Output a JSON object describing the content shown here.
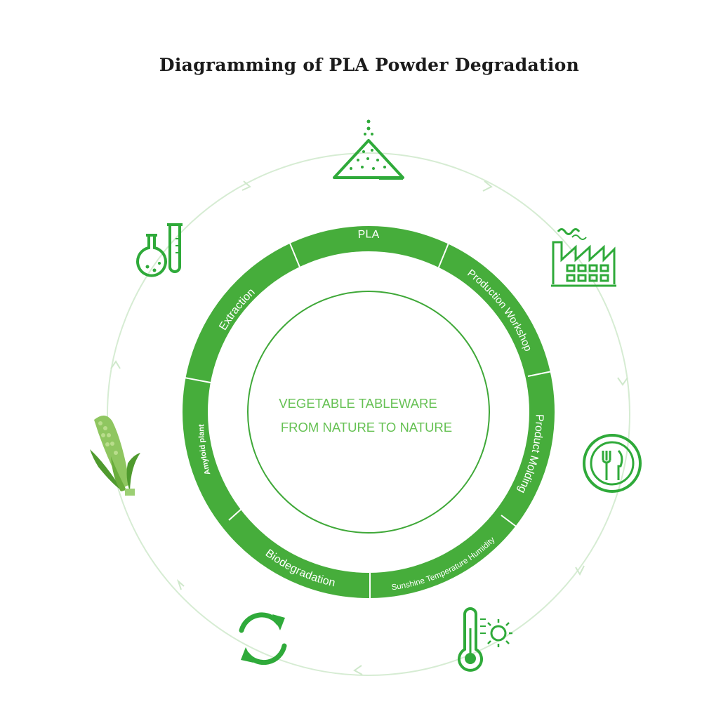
{
  "title": "Diagramming of PLA Powder Degradation",
  "center": {
    "line1": "VEGETABLE TABLEWARE",
    "line2": "FROM NATURE TO NATURE"
  },
  "ring_segments": [
    {
      "label": "PLA"
    },
    {
      "label": "Production Workshop"
    },
    {
      "label": "Product Molding"
    },
    {
      "label": "Sunshine Temperature Humidity"
    },
    {
      "label": "Biodegradation"
    },
    {
      "label": "Amyloid plant"
    },
    {
      "label": "Extraction"
    }
  ],
  "outer_icons": [
    {
      "name": "powder-pile-icon"
    },
    {
      "name": "factory-icon"
    },
    {
      "name": "tableware-plate-icon"
    },
    {
      "name": "thermometer-sun-icon"
    },
    {
      "name": "recycle-arrows-icon"
    },
    {
      "name": "corn-icon"
    },
    {
      "name": "lab-flask-icon"
    }
  ],
  "colors": {
    "ring_green": "#46ad3b",
    "icon_green": "#2faa3a",
    "light_green": "#cfe8cb",
    "center_text": "#66c154"
  }
}
